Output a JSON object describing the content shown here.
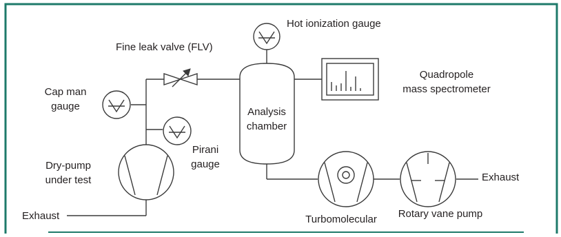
{
  "colors": {
    "border": "#1e7a6a",
    "line": "#3a3a3a",
    "text": "#231f20",
    "background": "#ffffff"
  },
  "labels": {
    "hot_ionization_gauge": "Hot ionization gauge",
    "fine_leak_valve": "Fine leak valve (FLV)",
    "quadropole_line1": "Quadropole",
    "quadropole_line2": "mass spectrometer",
    "cap_man_line1": "Cap man",
    "cap_man_line2": "gauge",
    "analysis_line1": "Analysis",
    "analysis_line2": "chamber",
    "pirani_line1": "Pirani",
    "pirani_line2": "gauge",
    "dry_pump_line1": "Dry-pump",
    "dry_pump_line2": "under test",
    "exhaust_right": "Exhaust",
    "exhaust_left": "Exhaust",
    "turbomolecular": "Turbomolecular",
    "rotary_vane_pump": "Rotary vane pump"
  },
  "icons": {
    "gauge": "gauge-icon",
    "valve": "needle-valve-icon",
    "spectrometer": "mass-spectrometer-icon",
    "chamber": "vacuum-chamber-icon",
    "turbo_pump": "turbomolecular-pump-icon",
    "rotary_pump": "rotary-vane-pump-icon",
    "dry_pump": "dry-pump-icon"
  }
}
